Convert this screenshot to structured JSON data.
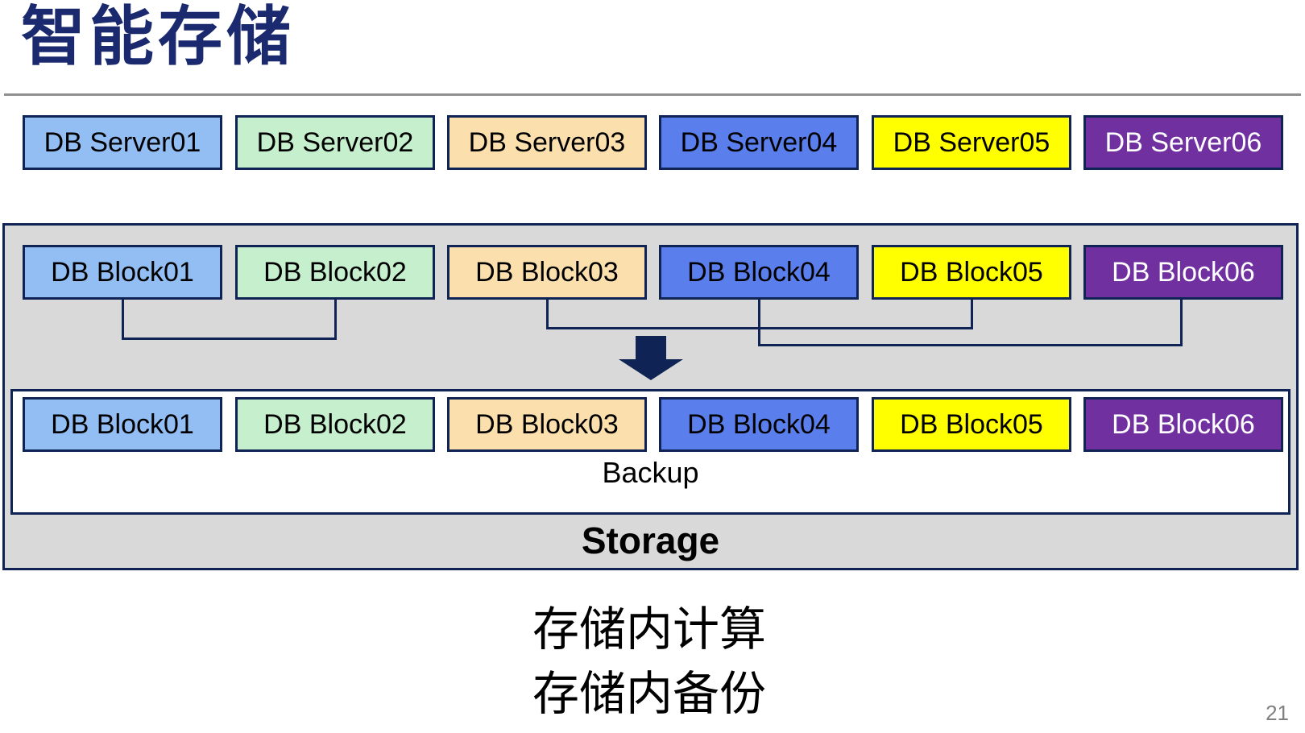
{
  "title": "智能存储",
  "palette": {
    "navy_border": "#0F2355",
    "title_blue": "#1B2A6E",
    "container_gray": "#D9D9D9",
    "rule_gray": "#909090",
    "page_number_gray": "#808080",
    "light_blue": "#92BEF4",
    "light_green": "#C6EFCE",
    "tan": "#FBE0AD",
    "royal_blue": "#5A7FEC",
    "yellow": "#FFFF00",
    "purple": "#7030A0"
  },
  "server_row": {
    "items": [
      {
        "label": "DB Server01",
        "color": "#92BEF4",
        "text_color": "#000000"
      },
      {
        "label": "DB Server02",
        "color": "#C6EFCE",
        "text_color": "#000000"
      },
      {
        "label": "DB Server03",
        "color": "#FBE0AD",
        "text_color": "#000000"
      },
      {
        "label": "DB Server04",
        "color": "#5A7FEC",
        "text_color": "#000000"
      },
      {
        "label": "DB Server05",
        "color": "#FFFF00",
        "text_color": "#000000"
      },
      {
        "label": "DB Server06",
        "color": "#7030A0",
        "text_color": "#FFFFFF"
      }
    ]
  },
  "block_row_top": {
    "items": [
      {
        "label": "DB Block01",
        "color": "#92BEF4",
        "text_color": "#000000"
      },
      {
        "label": "DB Block02",
        "color": "#C6EFCE",
        "text_color": "#000000"
      },
      {
        "label": "DB Block03",
        "color": "#FBE0AD",
        "text_color": "#000000"
      },
      {
        "label": "DB Block04",
        "color": "#5A7FEC",
        "text_color": "#000000"
      },
      {
        "label": "DB Block05",
        "color": "#FFFF00",
        "text_color": "#000000"
      },
      {
        "label": "DB Block06",
        "color": "#7030A0",
        "text_color": "#FFFFFF"
      }
    ]
  },
  "block_row_bottom": {
    "items": [
      {
        "label": "DB Block01",
        "color": "#92BEF4",
        "text_color": "#000000"
      },
      {
        "label": "DB Block02",
        "color": "#C6EFCE",
        "text_color": "#000000"
      },
      {
        "label": "DB Block03",
        "color": "#FBE0AD",
        "text_color": "#000000"
      },
      {
        "label": "DB Block04",
        "color": "#5A7FEC",
        "text_color": "#000000"
      },
      {
        "label": "DB Block05",
        "color": "#FFFF00",
        "text_color": "#000000"
      },
      {
        "label": "DB Block06",
        "color": "#7030A0",
        "text_color": "#FFFFFF"
      }
    ]
  },
  "connections": [
    {
      "from": "DB Block01",
      "to": "DB Block02"
    },
    {
      "from": "DB Block03",
      "to": "DB Block05"
    },
    {
      "from": "DB Block04",
      "to": "DB Block06"
    }
  ],
  "storage": {
    "backup_label": "Backup",
    "storage_label": "Storage"
  },
  "caption": {
    "line1": "存储内计算",
    "line2": "存储内备份"
  },
  "page_number": "21"
}
